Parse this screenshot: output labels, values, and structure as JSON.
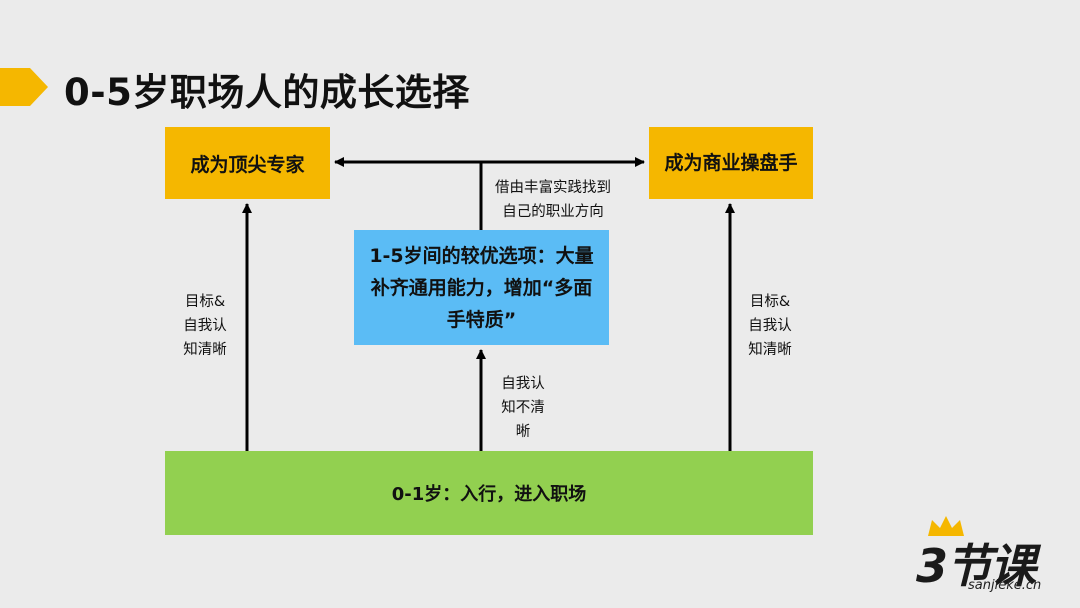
{
  "title": "0-5岁职场人的成长选择",
  "boxes": {
    "expert": "成为顶尖专家",
    "trader": "成为商业操盘手",
    "middle": "1-5岁间的较优选项：大量补齐通用能力，增加“多面手特质”",
    "bottom": "0-1岁：入行，进入职场"
  },
  "labels": {
    "top_line1": "借由丰富实践找到",
    "top_line2": "自己的职业方向",
    "left_line1": "目标&",
    "left_line2": "自我认",
    "left_line3": "知清晰",
    "right_line1": "目标&",
    "right_line2": "自我认",
    "right_line3": "知清晰",
    "mid_line1": "自我认",
    "mid_line2": "知不清",
    "mid_line3": "晰"
  },
  "logo": {
    "main": "3节课",
    "sub": "sanjieke.cn"
  },
  "colors": {
    "accent_yellow": "#f5b700",
    "box_blue": "#5bbcf5",
    "box_green": "#92d050",
    "background": "#ebebeb"
  }
}
